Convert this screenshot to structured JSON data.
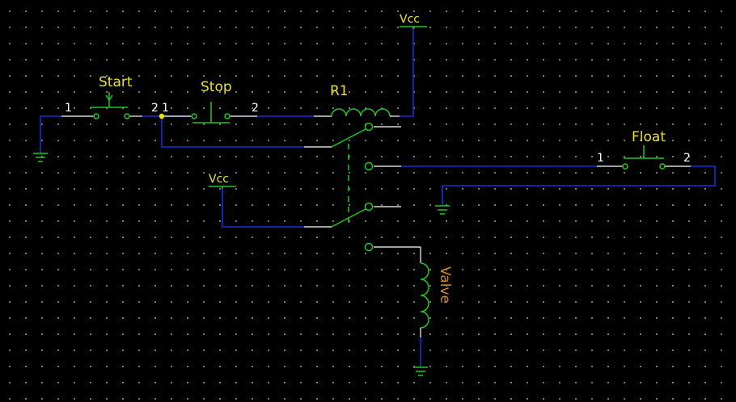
{
  "components": {
    "start_label": "Start",
    "stop_label": "Stop",
    "relay_label": "R1",
    "float_label": "Float",
    "valve_label": "Valve",
    "vcc_top": "Vcc",
    "vcc_left": "Vcc"
  },
  "pins": {
    "start_pin1": "1",
    "start_pin2": "2",
    "stop_pin1": "1",
    "stop_pin2": "2",
    "float_pin1": "1",
    "float_pin2": "2"
  },
  "colors": {
    "background": "#000000",
    "wire": "#1a2ed8",
    "symbol": "#1ec81e",
    "label": "#e8e030",
    "valve_label": "#d68a1e",
    "junction": "#f5e000"
  }
}
